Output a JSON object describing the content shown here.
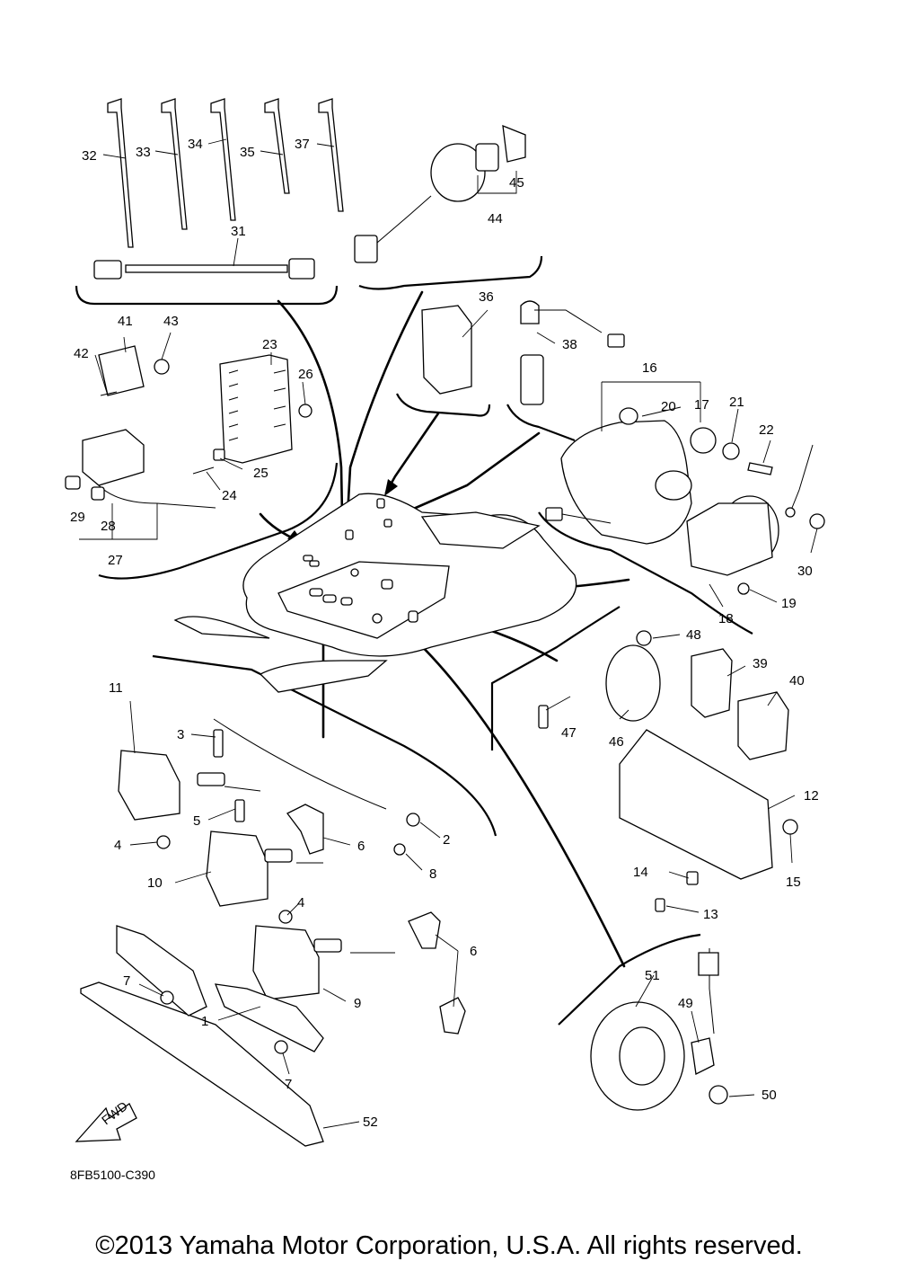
{
  "diagram": {
    "part_code": "8FB5100-C390",
    "copyright": "©2013 Yamaha Motor Corporation, U.S.A. All rights reserved.",
    "fwd_badge": "FWD",
    "labels": [
      "1",
      "2",
      "3",
      "4",
      "4",
      "5",
      "6",
      "6",
      "7",
      "7",
      "8",
      "9",
      "10",
      "11",
      "12",
      "13",
      "14",
      "15",
      "16",
      "17",
      "18",
      "19",
      "20",
      "21",
      "22",
      "23",
      "24",
      "25",
      "26",
      "27",
      "28",
      "29",
      "30",
      "31",
      "32",
      "33",
      "34",
      "35",
      "36",
      "37",
      "38",
      "39",
      "40",
      "41",
      "42",
      "43",
      "44",
      "45",
      "46",
      "47",
      "48",
      "49",
      "50",
      "51",
      "52"
    ]
  }
}
